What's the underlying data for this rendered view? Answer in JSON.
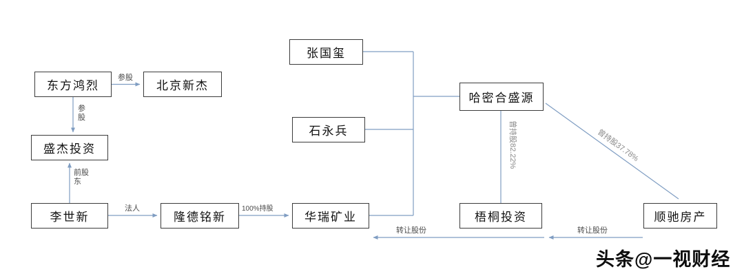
{
  "diagram": {
    "nodes": [
      {
        "id": "dongfang-honglie",
        "label": "东方鸿烈"
      },
      {
        "id": "beijing-xinjie",
        "label": "北京新杰"
      },
      {
        "id": "shengjie-touzi",
        "label": "盛杰投资"
      },
      {
        "id": "li-shixin",
        "label": "李世新"
      },
      {
        "id": "longde-mingxin",
        "label": "隆德铭新"
      },
      {
        "id": "zhang-guoxi",
        "label": "张国玺"
      },
      {
        "id": "shi-yongbing",
        "label": "石永兵"
      },
      {
        "id": "huarui-kuangye",
        "label": "华瑞矿业"
      },
      {
        "id": "hami-heshengyuan",
        "label": "哈密合盛源"
      },
      {
        "id": "wutong-touzi",
        "label": "梧桐投资"
      },
      {
        "id": "shunchi-fangchan",
        "label": "顺驰房产"
      }
    ],
    "edge_labels": {
      "cangu_beijing": "参股",
      "cangu_shengjie": "参股",
      "qian_gudong": "前股东",
      "faren": "法人",
      "chigu_100": "100%持股",
      "ceng_chigu_8222": "曾持股82.22%",
      "ceng_chigu_3778": "曾持股37.78%",
      "zhuanrang_left": "转让股份",
      "zhuanrang_right": "转让股份"
    },
    "colors": {
      "line": "#7f9dc2",
      "box_border": "#3a3a3a",
      "box_text": "#111111",
      "label_text": "#4a4a4a",
      "rotated_label_text": "#8a8a8a",
      "background": "#ffffff"
    }
  },
  "watermark": "头条@一视财经"
}
